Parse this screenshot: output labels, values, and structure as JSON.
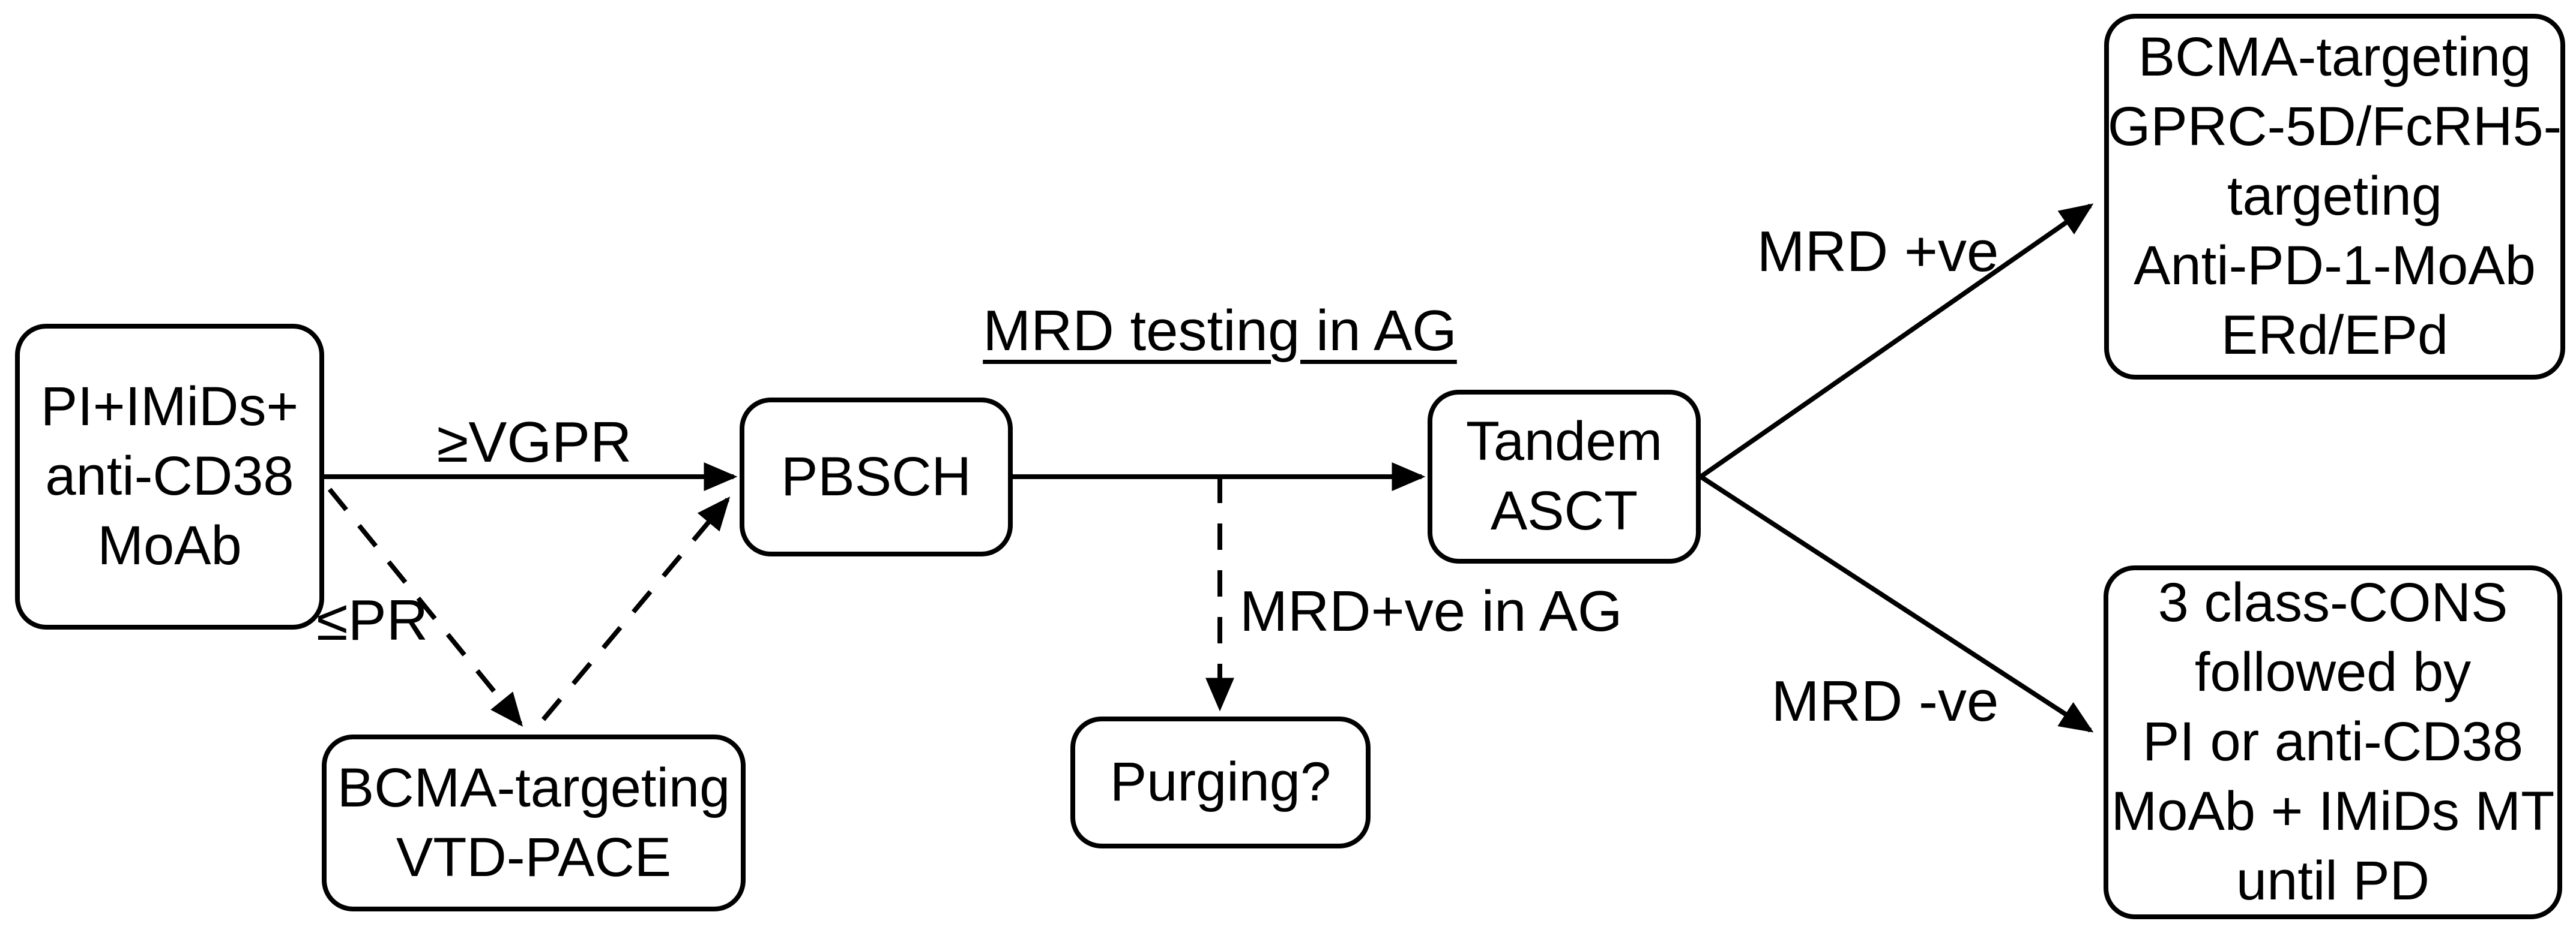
{
  "figure": {
    "background_color": "#ffffff",
    "ink_color": "#000000",
    "description_type": "treatment flowchart"
  },
  "boxes": {
    "induction": {
      "lines": [
        "PI+IMiDs+",
        "anti-CD38",
        "MoAb"
      ]
    },
    "vtd_pace": {
      "lines": [
        "BCMA-targeting",
        "VTD-PACE"
      ]
    },
    "pbsch": {
      "lines": [
        "PBSCH"
      ]
    },
    "purging": {
      "lines": [
        "Purging?"
      ]
    },
    "tandem_asct": {
      "lines": [
        "Tandem",
        "ASCT"
      ]
    },
    "mrd_positive_arm": {
      "lines": [
        "BCMA-targeting",
        "GPRC-5D/FcRH5-",
        "targeting",
        "Anti-PD-1-MoAb",
        "ERd/EPd"
      ]
    },
    "mrd_negative_arm": {
      "lines": [
        "3 class-CONS",
        "followed by",
        "PI or anti-CD38",
        "MoAb + IMiDs MT",
        "until PD"
      ]
    }
  },
  "edge_labels": {
    "vgpr": "≥VGPR",
    "pr": "≤PR",
    "mrd_testing": "MRD testing in AG",
    "mrd_positive_in_ag": "MRD+ve in AG",
    "mrd_positive": "MRD +ve",
    "mrd_negative": "MRD -ve"
  }
}
